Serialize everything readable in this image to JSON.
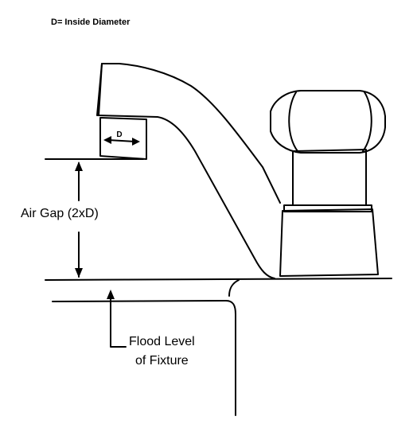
{
  "legend": {
    "text": "D= Inside Diameter"
  },
  "labels": {
    "diameter": "D",
    "air_gap": "Air Gap (2xD)",
    "flood_line1": "Flood Level",
    "flood_line2": "of Fixture"
  },
  "colors": {
    "line": "#000000",
    "background": "#ffffff"
  }
}
